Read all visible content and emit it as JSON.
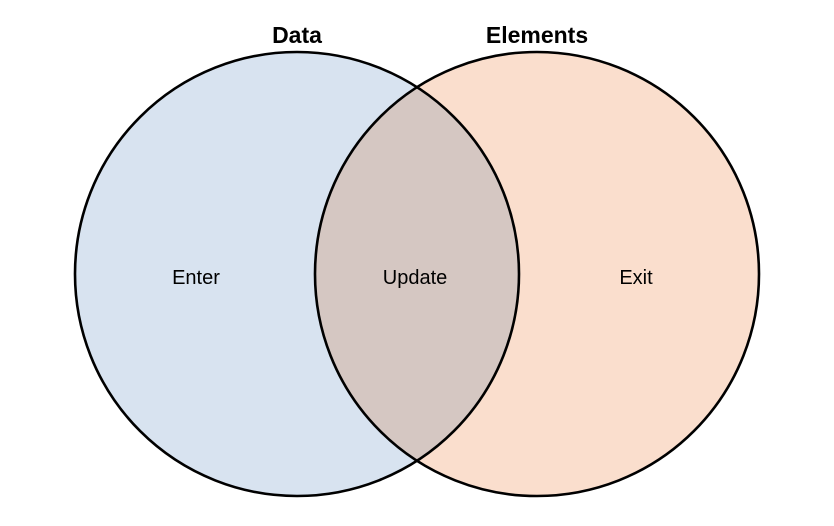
{
  "diagram": {
    "type": "venn",
    "background": "#ffffff",
    "stroke_color": "#000000",
    "sets": [
      {
        "title": "Data",
        "region_label": "Enter",
        "fill": "#d8e3f0"
      },
      {
        "title": "Elements",
        "region_label": "Exit",
        "fill": "#fadecd"
      }
    ],
    "intersection": {
      "label": "Update",
      "fill": "#d5c7c2"
    }
  }
}
